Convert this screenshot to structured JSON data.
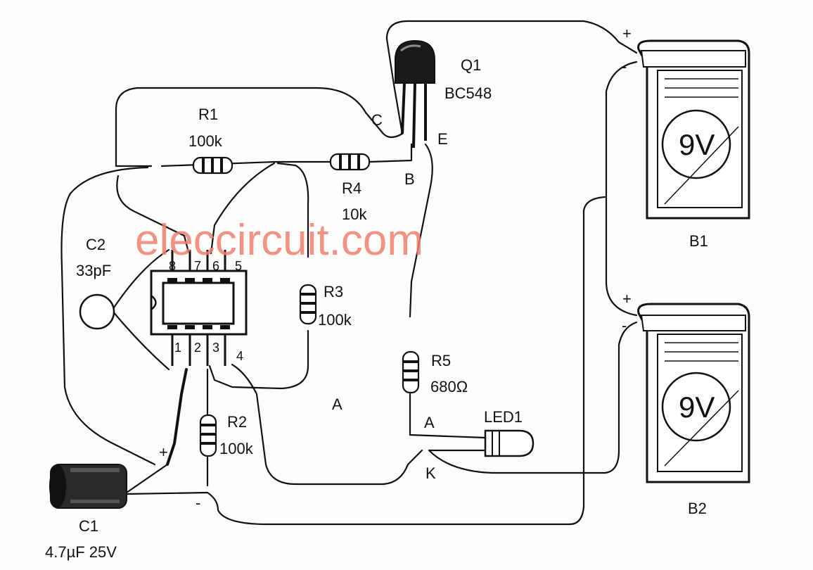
{
  "watermark": "eleccircuit.com",
  "components": {
    "q1": {
      "ref": "Q1",
      "part": "BC548",
      "pin_c": "C",
      "pin_b": "B",
      "pin_e": "E"
    },
    "r1": {
      "ref": "R1",
      "value": "100k"
    },
    "r2": {
      "ref": "R2",
      "value": "100k"
    },
    "r3": {
      "ref": "R3",
      "value": "100k"
    },
    "r4": {
      "ref": "R4",
      "value": "10k"
    },
    "r5": {
      "ref": "R5",
      "value": "680Ω"
    },
    "c1": {
      "ref": "C1",
      "value": "4.7µF  25V",
      "plus": "+",
      "minus": "-"
    },
    "c2": {
      "ref": "C2",
      "value": "33pF"
    },
    "led1": {
      "ref": "LED1",
      "anode": "A",
      "cathode": "K"
    },
    "b1": {
      "ref": "B1",
      "voltage": "9V",
      "plus": "+",
      "minus": "-"
    },
    "b2": {
      "ref": "B2",
      "voltage": "9V",
      "plus": "+",
      "minus": "-"
    },
    "ic": {
      "pins_top": [
        "8",
        "7",
        "6",
        "5"
      ],
      "pins_bottom": [
        "1",
        "2",
        "3",
        "4"
      ]
    }
  },
  "nodes": {
    "a_left": "A"
  }
}
